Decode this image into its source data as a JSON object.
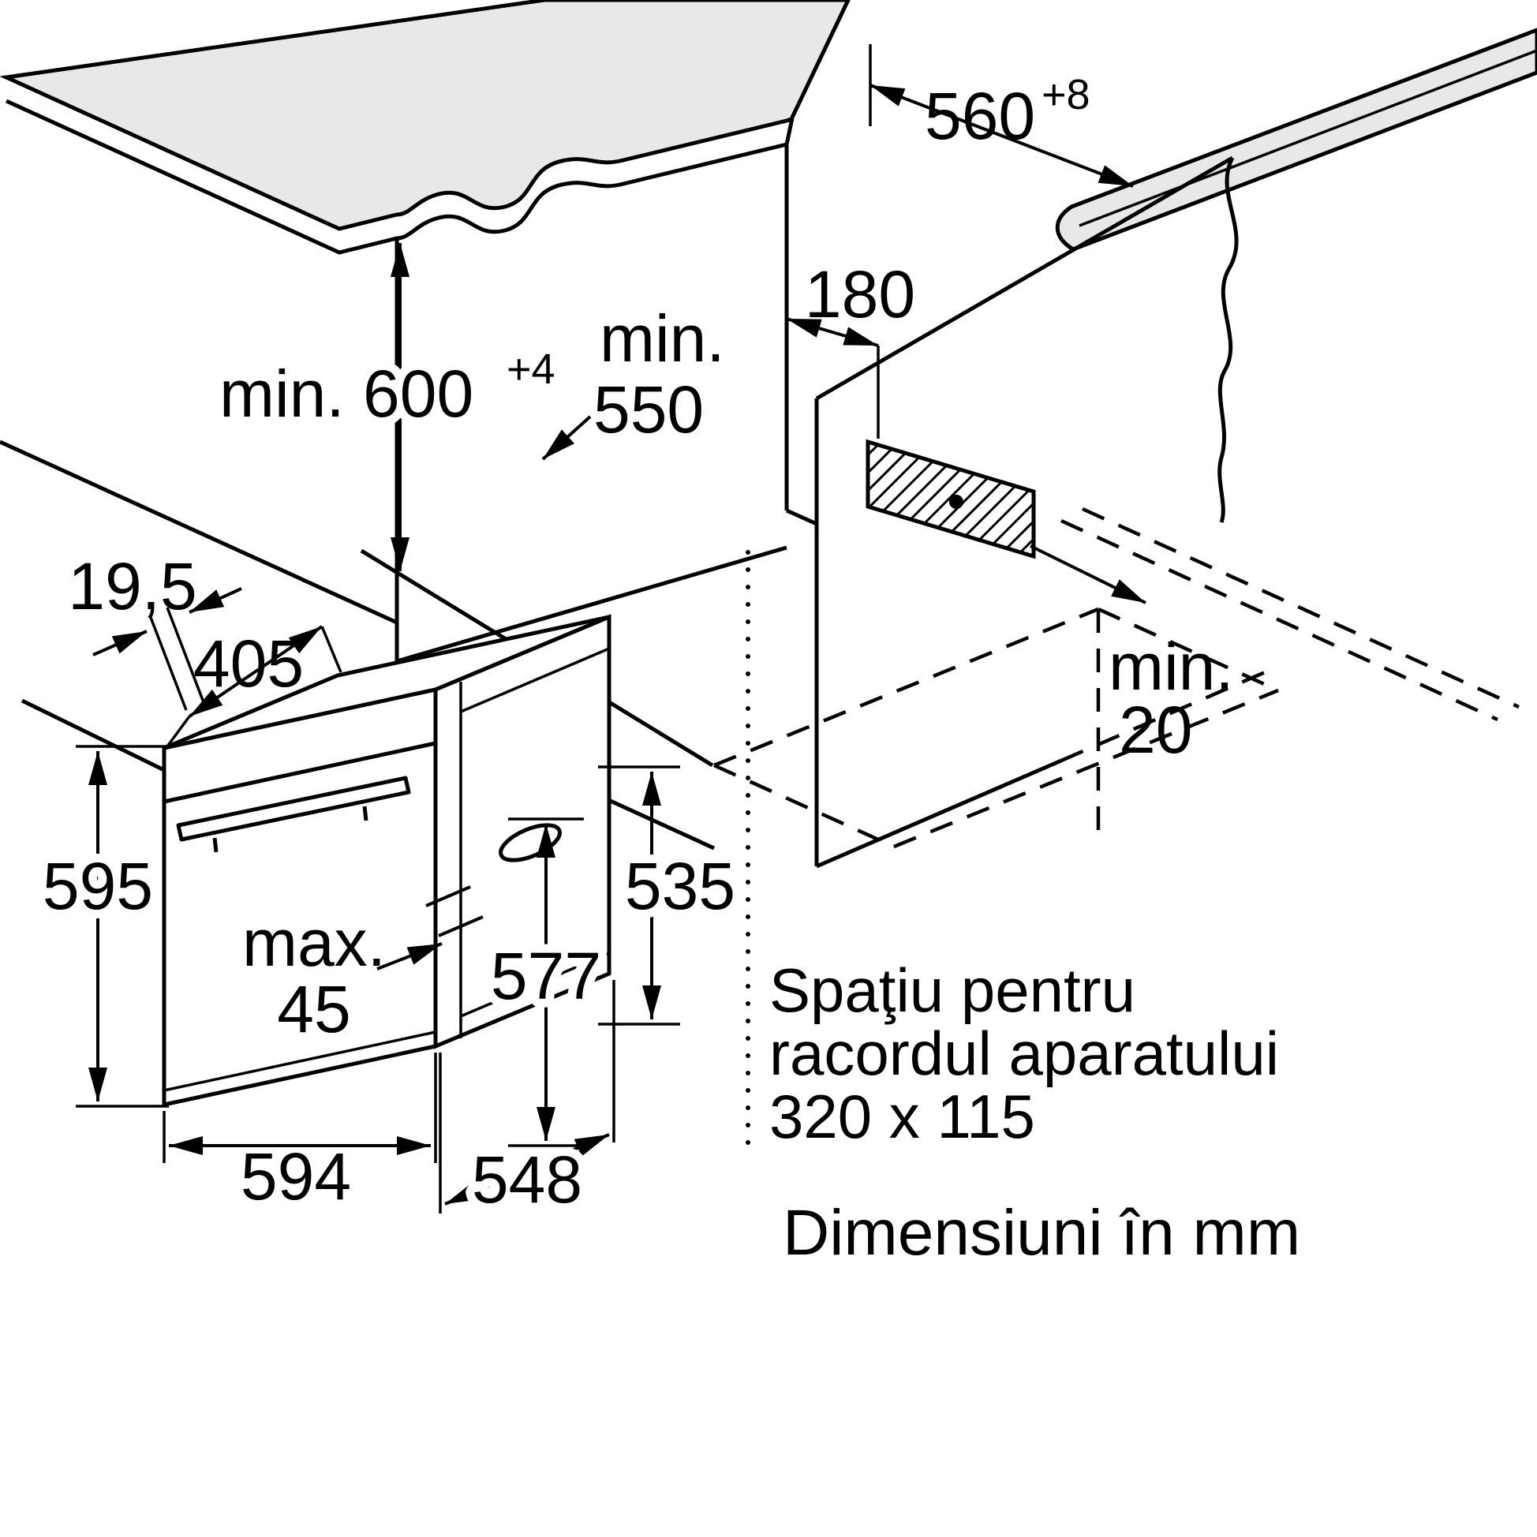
{
  "diagram": {
    "footer": "Dimensiuni în mm",
    "note": {
      "line1": "Spaţiu pentru",
      "line2": "racordul aparatului",
      "line3": "320 x 115"
    },
    "dims": {
      "niche_width": {
        "main": "560",
        "sup": "+8"
      },
      "connection_offset": {
        "main": "180"
      },
      "niche_depth": {
        "line1": "min.",
        "line2": "550"
      },
      "niche_height": {
        "main": "min. 600",
        "sup": "+4"
      },
      "rear_gap": {
        "line1": "min.",
        "line2": "20"
      },
      "front_trim": {
        "main": "19,5"
      },
      "top_depth": {
        "main": "405"
      },
      "front_height": {
        "main": "595"
      },
      "body_height": {
        "main": "535"
      },
      "door_height": {
        "main": "577"
      },
      "handle_clearance": {
        "line1": "max.",
        "line2": "45"
      },
      "width": {
        "main": "594"
      },
      "body_depth": {
        "main": "548"
      }
    },
    "colors": {
      "line": "#000000",
      "surface": "#e8e8e8",
      "background": "#ffffff"
    }
  }
}
